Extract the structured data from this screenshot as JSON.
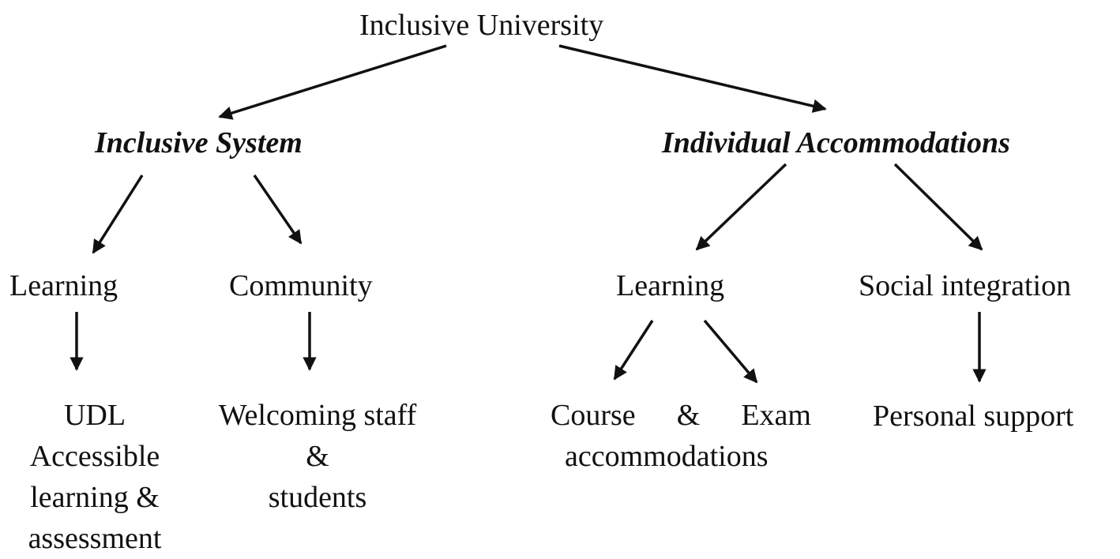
{
  "root": {
    "label": "Inclusive University"
  },
  "branches": {
    "system": {
      "label": "Inclusive System",
      "learning": {
        "label": "Learning",
        "detail_lines": [
          "UDL",
          "Accessible",
          "learning &",
          "assessment"
        ]
      },
      "community": {
        "label": "Community",
        "detail_lines": [
          "Welcoming staff",
          "&",
          "students"
        ]
      }
    },
    "individual": {
      "label": "Individual Accommodations",
      "learning": {
        "label": "Learning",
        "detail_words": [
          "Course",
          "&",
          "Exam"
        ],
        "detail_line2": "accommodations"
      },
      "social": {
        "label": "Social integration",
        "detail": "Personal support"
      }
    }
  },
  "colors": {
    "text": "#111111",
    "arrow": "#111111",
    "background": "#ffffff"
  }
}
